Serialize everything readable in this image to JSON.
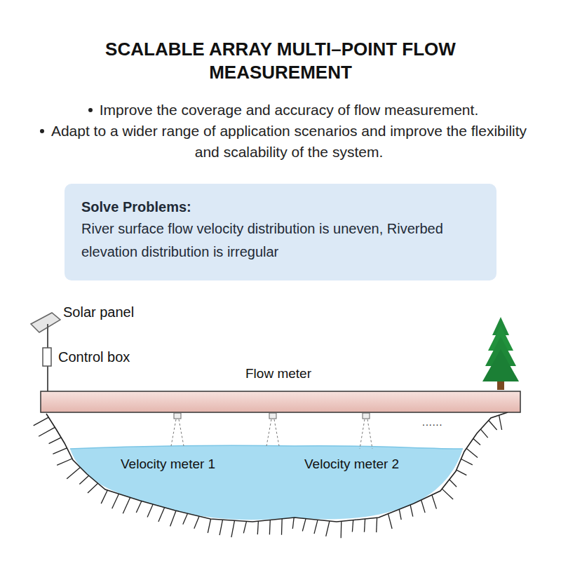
{
  "diagram": {
    "title": "SCALABLE ARRAY MULTI–POINT FLOW MEASUREMENT",
    "nodes": [
      {
        "text": [
          "Solve Problems:",
          "River surface flow velocity distribution is uneven, Riverbed elevation distribution is irregular"
        ]
      }
    ],
    "labels": [
      "Improve the coverage and accuracy of flow measurement.",
      "Adapt to a wider range of application scenarios and improve the flexibility and scalability of the system.",
      "Solar panel",
      "Control box",
      "Flow meter",
      "......",
      "Velocity meter 1",
      "Velocity meter 2"
    ]
  }
}
